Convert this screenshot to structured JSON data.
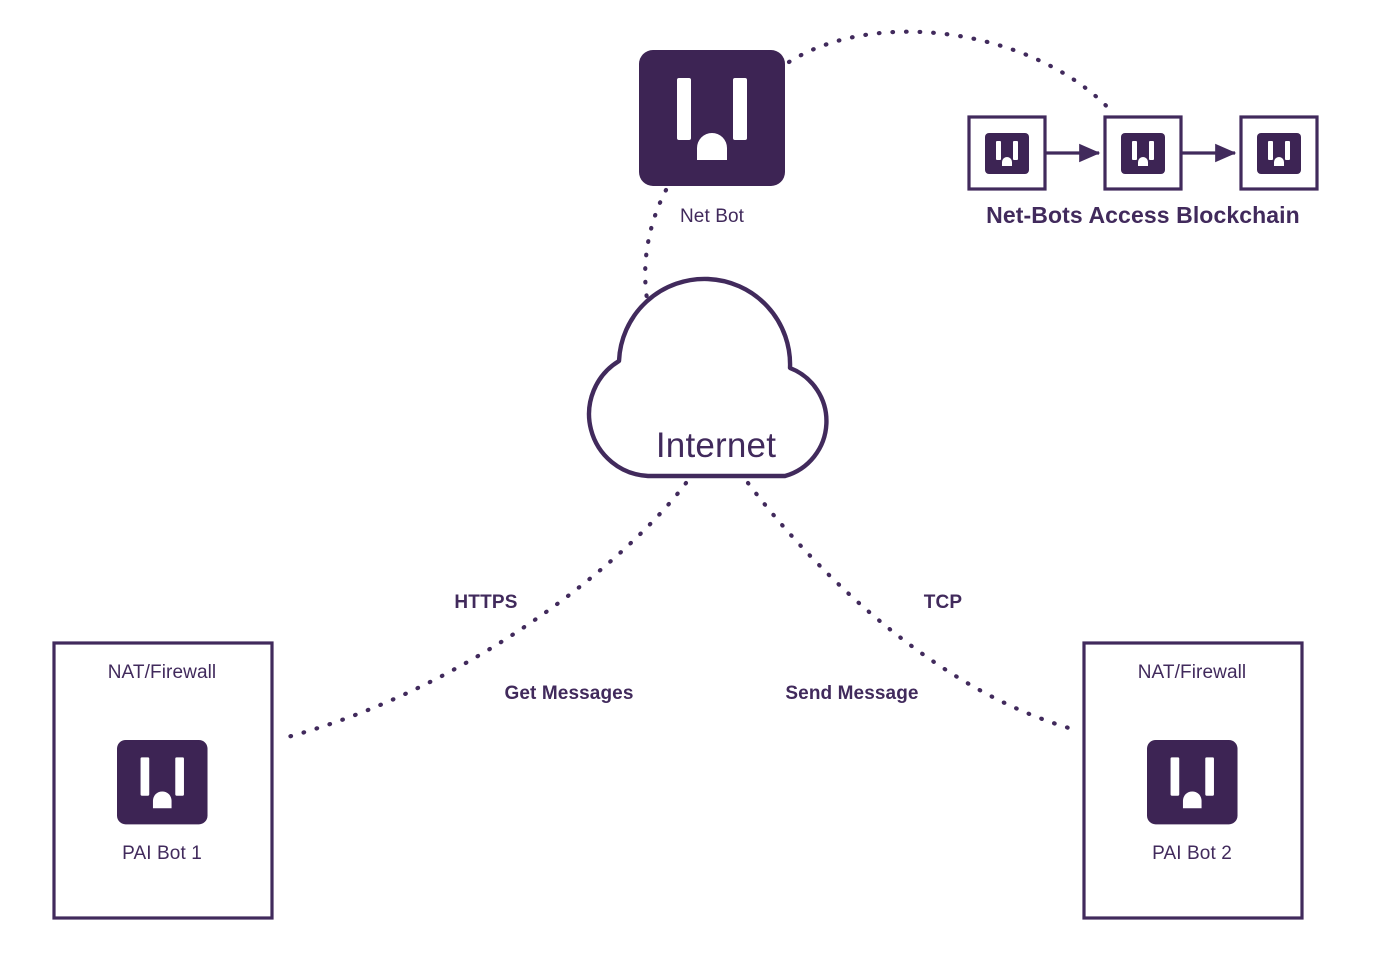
{
  "theme": {
    "background": "#ffffff",
    "primary_fill": "#3d2454",
    "stroke": "#412a5c",
    "text": "#412a5c",
    "icon_slot": "#ffffff"
  },
  "diagram": {
    "title_nodes": {
      "net_bot": "Net Bot",
      "blockchain": "Net-Bots Access Blockchain",
      "internet": "Internet"
    },
    "net_bot": {
      "label": "Net Bot",
      "icon": "power-outlet-icon"
    },
    "blockchain": {
      "label": "Net-Bots Access Blockchain",
      "nodes": [
        {
          "icon": "power-outlet-icon",
          "index": 1
        },
        {
          "icon": "power-outlet-icon",
          "index": 2
        },
        {
          "icon": "power-outlet-icon",
          "index": 3
        }
      ],
      "connector_icon": "arrow-right-icon"
    },
    "cloud": {
      "label": "Internet",
      "icon": "cloud-icon"
    },
    "connections": [
      {
        "id": "netbot-blockchain",
        "style": "dotted",
        "label": ""
      },
      {
        "id": "netbot-internet",
        "style": "dotted",
        "label": ""
      },
      {
        "id": "internet-paibot1",
        "style": "dotted",
        "protocol": "HTTPS",
        "action": "Get Messages"
      },
      {
        "id": "internet-paibot2",
        "style": "dotted",
        "protocol": "TCP",
        "action": "Send Message"
      }
    ],
    "link_labels": {
      "https": "HTTPS",
      "get_messages": "Get Messages",
      "tcp": "TCP",
      "send_message": "Send Message"
    },
    "zones": [
      {
        "id": "zone-left",
        "frame_label": "NAT/Firewall",
        "bot_label": "PAI Bot 1",
        "bot_icon": "power-outlet-icon"
      },
      {
        "id": "zone-right",
        "frame_label": "NAT/Firewall",
        "bot_label": "PAI Bot 2",
        "bot_icon": "power-outlet-icon"
      }
    ]
  }
}
